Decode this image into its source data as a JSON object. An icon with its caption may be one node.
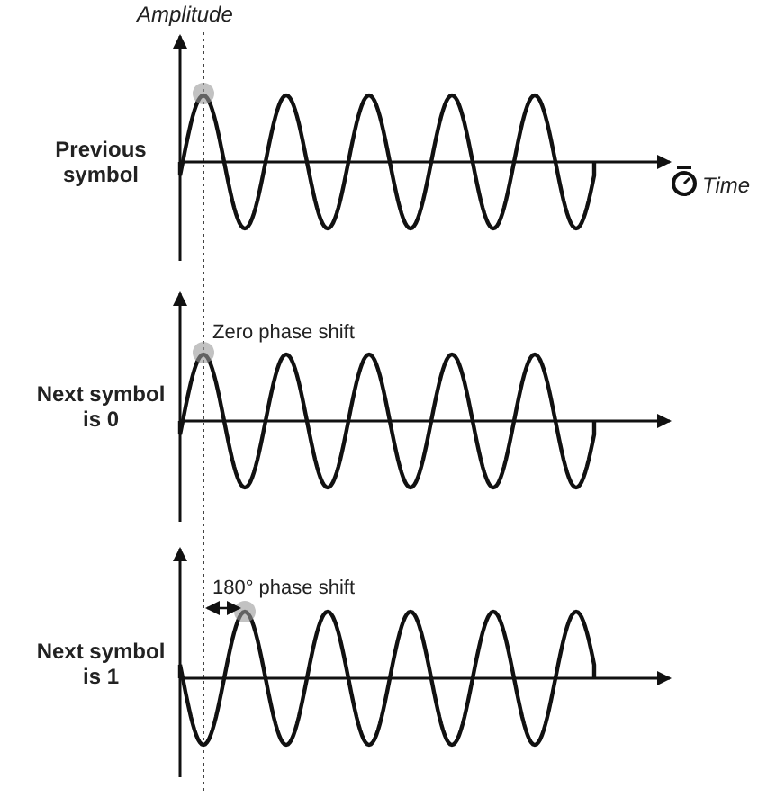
{
  "diagram": {
    "labels": [
      "Amplitude",
      "Previous symbol",
      "Time",
      "Zero phase shift",
      "Next symbol is 0",
      "180° phase shift",
      "Next symbol is 1"
    ]
  }
}
